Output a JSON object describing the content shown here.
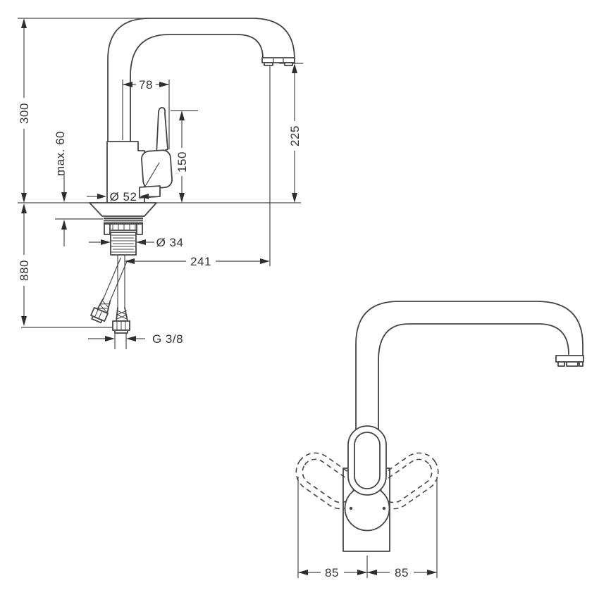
{
  "diagram": {
    "type": "technical-dimension-drawing",
    "subject": "single-lever kitchen mixer tap with high swivel spout, front elevation and top view",
    "units": "mm",
    "colors": {
      "background": "#ffffff",
      "line": "#454545",
      "text": "#333333",
      "arrow": "#2e2e2e"
    }
  },
  "labels": {
    "height_overall": "300",
    "max_mounting_thickness": "max. 60",
    "base_diameter": "Ø 52",
    "handle_offset": "78",
    "handle_height": "150",
    "spout_outlet_height": "225",
    "shank_diameter": "Ø 34",
    "spout_reach": "241",
    "hose_length": "880",
    "connection_thread": "G 3/8",
    "swivel_left": "85",
    "swivel_right": "85"
  }
}
